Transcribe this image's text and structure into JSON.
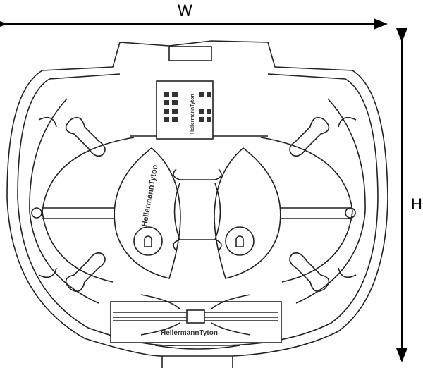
{
  "dimensions": {
    "width_label": "W",
    "height_label": "H"
  },
  "logos": {
    "top_cassette": "HellermannTyton",
    "left_lobe": "HellermannTyton",
    "bottom_holder": "HellermannTyton"
  }
}
